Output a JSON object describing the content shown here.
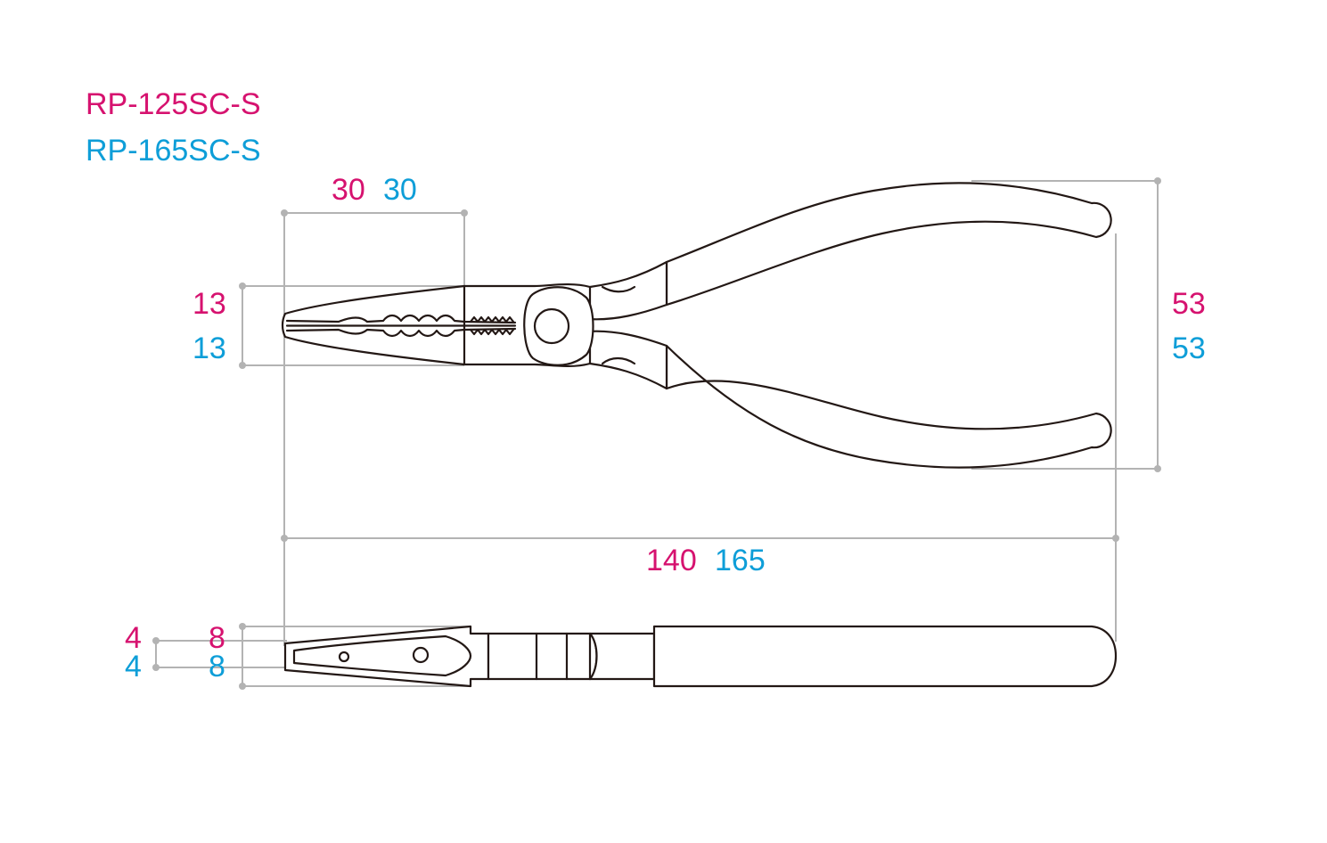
{
  "models": {
    "model_a": "RP-125SC-S",
    "model_b": "RP-165SC-S"
  },
  "colors": {
    "model_a": "#d6126f",
    "model_b": "#0e9ed8",
    "dimension_line": "#b3b3b3",
    "outline": "#231815"
  },
  "dimensions": {
    "jaw_length": {
      "a": "30",
      "b": "30"
    },
    "jaw_width": {
      "a": "13",
      "b": "13"
    },
    "handle_span": {
      "a": "53",
      "b": "53"
    },
    "overall_length": {
      "a": "140",
      "b": "165"
    },
    "tip_thickness": {
      "a": "4",
      "b": "4"
    },
    "jaw_thickness": {
      "a": "8",
      "b": "8"
    }
  }
}
